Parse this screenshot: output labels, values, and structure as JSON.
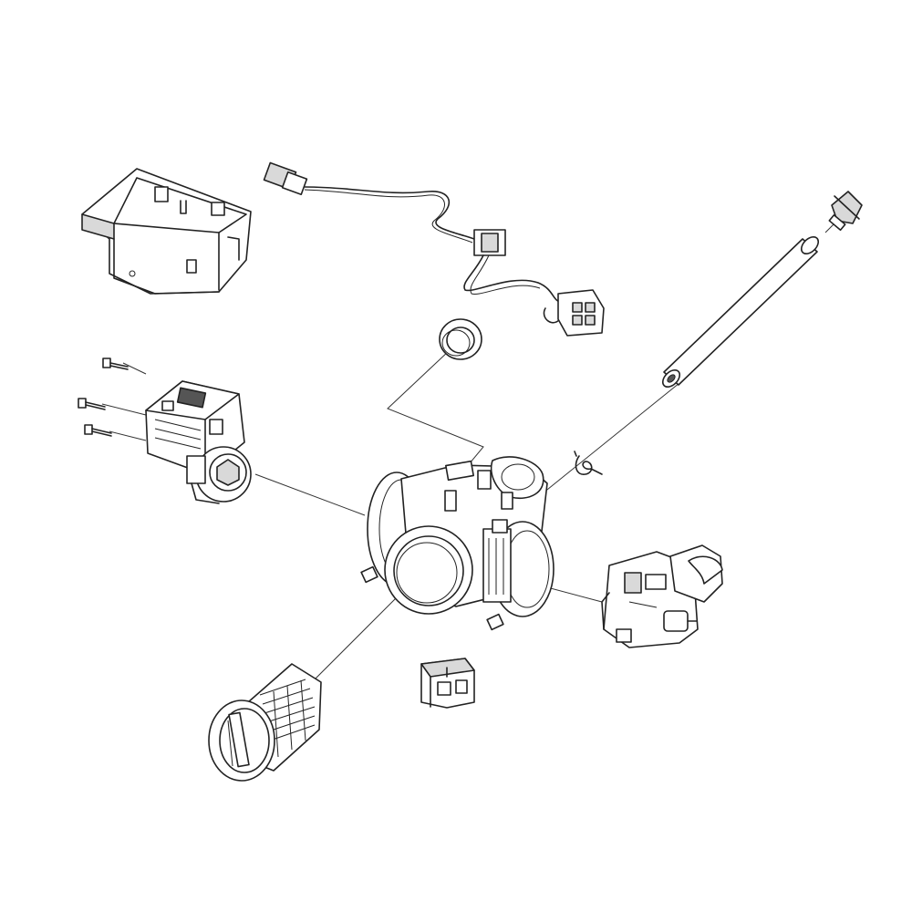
{
  "colors": {
    "background": "#ffffff",
    "line": "#222222",
    "shade": "#d9d9d9"
  },
  "parts": [
    {
      "id": "cover-bracket"
    },
    {
      "id": "wire-harness"
    },
    {
      "id": "seal-ring"
    },
    {
      "id": "pressure-hose"
    },
    {
      "id": "hose-fitting"
    },
    {
      "id": "hose-clamp"
    },
    {
      "id": "mounting-screws"
    },
    {
      "id": "drain-pump-motor"
    },
    {
      "id": "pump-housing"
    },
    {
      "id": "control-valve-actuator"
    },
    {
      "id": "filter-cap"
    },
    {
      "id": "connector-block"
    }
  ]
}
